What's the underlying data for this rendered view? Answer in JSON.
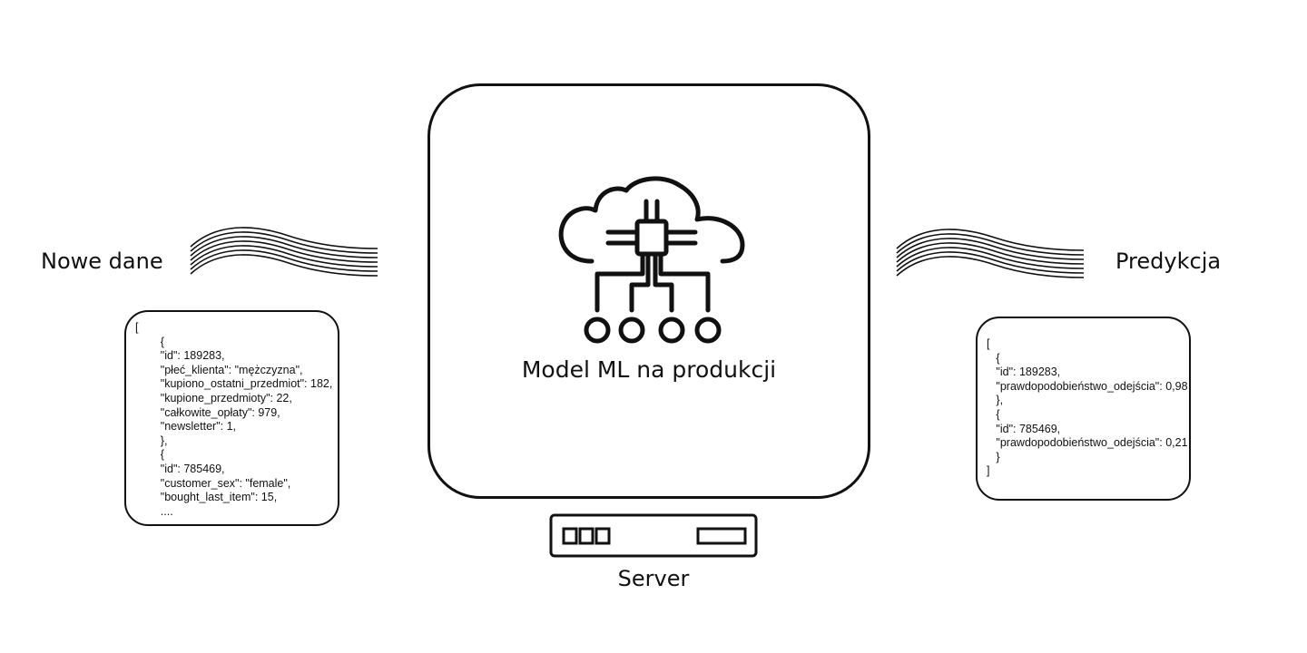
{
  "labels": {
    "new_data": "Nowe dane",
    "prediction": "Predykcja",
    "model": "Model ML na produkcji",
    "server": "Server"
  },
  "input_json_lines": [
    "[",
    "        {",
    "        \"id\": 189283,",
    "        \"płeć_klienta\": \"mężczyzna\",",
    "        \"kupiono_ostatni_przedmiot\": 182,",
    "        \"kupione_przedmioty\": 22,",
    "        \"całkowite_opłaty\": 979,",
    "        \"newsletter\": 1,",
    "        },",
    "        {",
    "        \"id\": 785469,",
    "        \"customer_sex\": \"female\",",
    "        \"bought_last_item\": 15,",
    "        ...."
  ],
  "output_json_lines": [
    "[",
    "   {",
    "   \"id\": 189283,",
    "   \"prawdopodobieństwo_odejścia\": 0,98",
    "   },",
    "   {",
    "   \"id\": 785469,",
    "   \"prawdopodobieństwo_odejścia\": 0,21",
    "   }",
    "]"
  ],
  "icons": {
    "model": "cloud-chip-icon",
    "server": "server-icon",
    "flow": "wave-lines-icon"
  },
  "colors": {
    "stroke": "#111111",
    "background": "#ffffff"
  }
}
